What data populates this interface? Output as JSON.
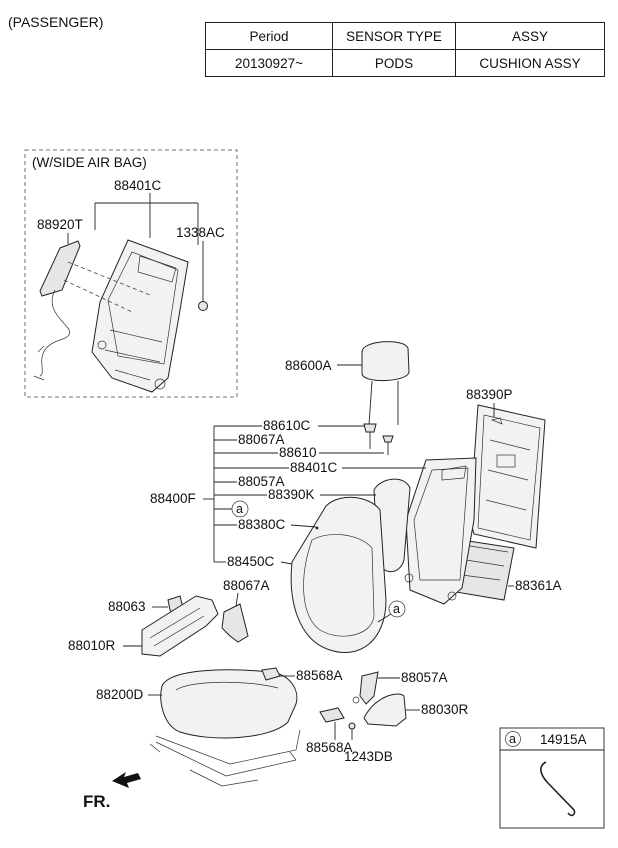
{
  "header": {
    "variant": "(PASSENGER)"
  },
  "table": {
    "headers": [
      "Period",
      "SENSOR TYPE",
      "ASSY"
    ],
    "row": [
      "20130927~",
      "PODS",
      "CUSHION ASSY"
    ]
  },
  "inset": {
    "title": "(W/SIDE AIR BAG)",
    "labels": {
      "frame": "88401C",
      "airbag": "88920T",
      "nut": "1338AC"
    }
  },
  "labels": {
    "headrest": "88600A",
    "back_board": "88390P",
    "guide_c": "88610C",
    "cover_a1": "88067A",
    "guide": "88610",
    "frame": "88401C",
    "bracket_a": "88057A",
    "assy": "88400F",
    "circle_a": "a",
    "pad": "88390K",
    "back_cover": "88380C",
    "back_cover2": "88450C",
    "back_panel": "88361A",
    "cover_a2": "88067A",
    "knob": "88063",
    "side_cover": "88010R",
    "circle_a2": "a",
    "cushion": "88200D",
    "clip_top": "88568A",
    "bracket_b": "88057A",
    "shield": "88030R",
    "clip_bottom": "88568A",
    "screw": "1243DB",
    "front": "FR."
  },
  "legend_box": {
    "circle": "a",
    "part": "14915A"
  }
}
